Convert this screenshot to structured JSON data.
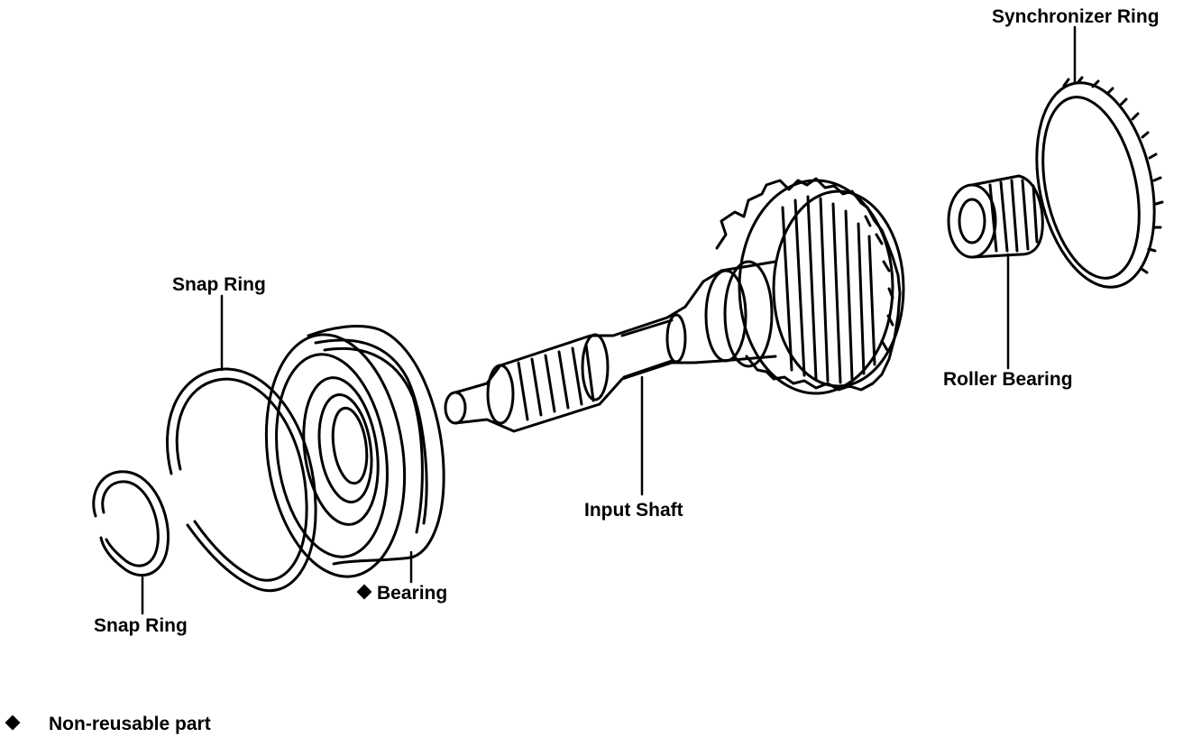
{
  "labels": {
    "synchronizer_ring": "Synchronizer Ring",
    "roller_bearing": "Roller Bearing",
    "snap_ring_upper": "Snap Ring",
    "snap_ring_lower": "Snap Ring",
    "bearing": "Bearing",
    "input_shaft": "Input Shaft"
  },
  "legend": {
    "text": "Non-reusable part",
    "symbol": "diamond"
  },
  "colors": {
    "ink": "#000000",
    "paper": "#ffffff"
  }
}
